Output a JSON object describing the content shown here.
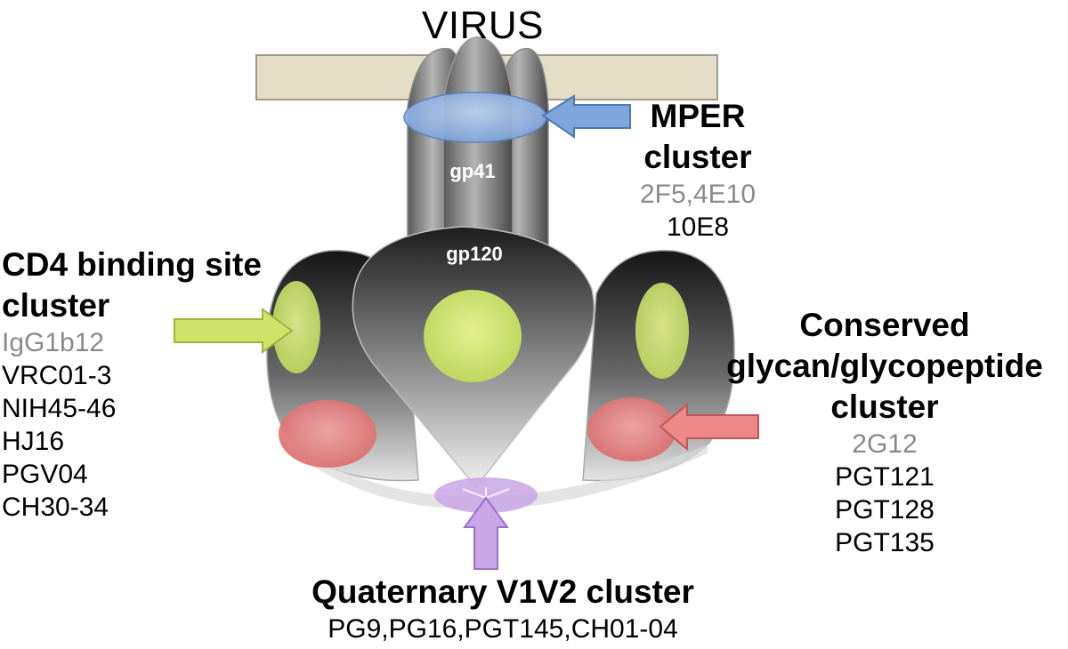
{
  "title": "VIRUS",
  "gp41_label": "gp41",
  "gp120_label": "gp120",
  "colors": {
    "membrane": "#e3ddc6",
    "mper_site": "#7fa6dc",
    "cd4_site": "#cfe36a",
    "glycan_site": "#e67b7b",
    "v1v2_site": "#c9a6e8"
  },
  "mper": {
    "heading_line1": "MPER",
    "heading_line2": "cluster",
    "antibodies_grey": "2F5,4E10",
    "antibodies": [
      "10E8"
    ]
  },
  "cd4bs": {
    "heading_line1": "CD4 binding site",
    "heading_line2": "cluster",
    "antibodies_grey": "IgG1b12",
    "antibodies": [
      "VRC01-3",
      "NIH45-46",
      "HJ16",
      "PGV04",
      "CH30-34"
    ]
  },
  "glycan": {
    "heading_line1": "Conserved",
    "heading_line2": "glycan/glycopeptide",
    "heading_line3": "cluster",
    "antibodies_grey": "2G12",
    "antibodies": [
      "PGT121",
      "PGT128",
      "PGT135"
    ]
  },
  "v1v2": {
    "heading": "Quaternary V1V2 cluster",
    "antibodies": "PG9,PG16,PGT145,CH01-04"
  }
}
